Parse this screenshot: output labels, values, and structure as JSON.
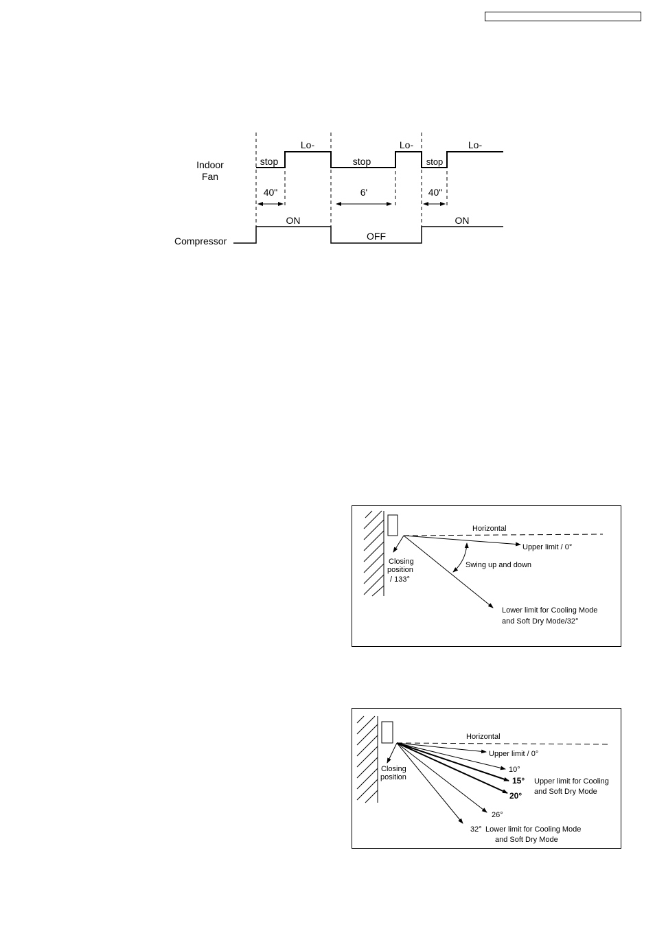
{
  "timing_chart": {
    "rows": {
      "indoor_fan": [
        "Indoor",
        "Fan"
      ],
      "compressor": "Compressor"
    },
    "fan_labels": [
      "stop",
      "Lo-",
      "stop",
      "Lo-",
      "stop",
      "Lo-"
    ],
    "durations": [
      "40\"",
      "6'",
      "40\""
    ],
    "compressor_labels": [
      "ON",
      "OFF",
      "ON"
    ]
  },
  "swing_diagram_1": {
    "horizontal": "Horizontal",
    "upper_limit": "Upper limit / 0°",
    "swing": "Swing up and down",
    "closing": [
      "Closing",
      "position",
      "/ 133°"
    ],
    "lower_limit": [
      "Lower limit for Cooling Mode",
      "and Soft Dry Mode/32°"
    ]
  },
  "swing_diagram_2": {
    "horizontal": "Horizontal",
    "upper_limit": "Upper limit / 0°",
    "closing": [
      "Closing",
      "position"
    ],
    "angles": [
      "10°",
      "15°",
      "20°",
      "26°",
      "32°"
    ],
    "upper_cooling": [
      "Upper limit for Cooling",
      "and Soft Dry Mode"
    ],
    "lower_cooling": [
      "Lower limit for Cooling Mode",
      "and Soft Dry Mode"
    ]
  }
}
